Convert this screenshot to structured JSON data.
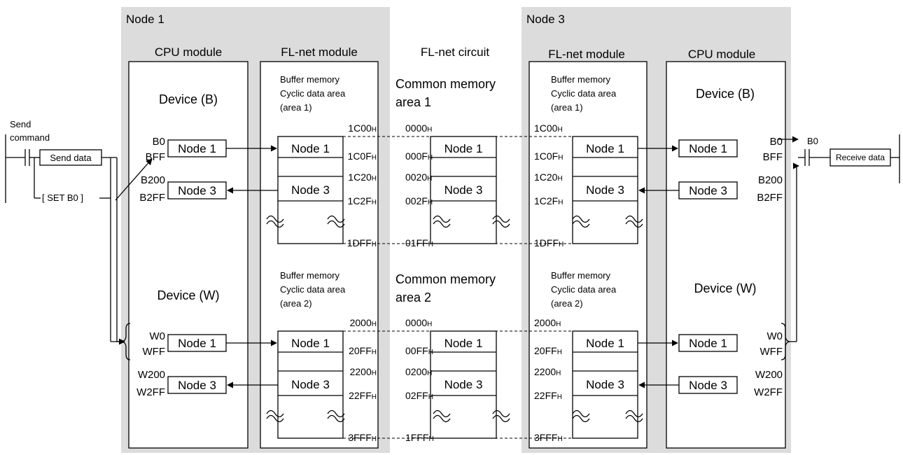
{
  "node_left": {
    "title": "Node 1",
    "cpu_title": "CPU module",
    "fl_title": "FL-net module"
  },
  "node_right": {
    "title": "Node 3",
    "fl_title": "FL-net module",
    "cpu_title": "CPU module"
  },
  "circuit": {
    "title": "FL-net circuit",
    "area1_line1": "Common memory",
    "area1_line2": "area 1",
    "area2_line1": "Common memory",
    "area2_line2": "area 2"
  },
  "device_b": "Device (B)",
  "device_w": "Device (W)",
  "buffer": {
    "line1": "Buffer memory",
    "line2": "Cyclic data area",
    "area1": "(area 1)",
    "area2": "(area 2)"
  },
  "cells": {
    "node1": "Node 1",
    "node3": "Node 3"
  },
  "devices": {
    "b0": "B0",
    "bff": "BFF",
    "b200": "B200",
    "b2ff": "B2FF",
    "w0": "W0",
    "wff": "WFF",
    "w200": "W200",
    "w2ff": "W2FF"
  },
  "buffer_addr_area1": [
    "1C00",
    "1C0F",
    "1C20",
    "1C2F",
    "1DFF"
  ],
  "buffer_addr_area2": [
    "2000",
    "20FF",
    "2200",
    "22FF",
    "3FFF"
  ],
  "common_addr_area1": [
    "0000",
    "000F",
    "0020",
    "002F",
    "01FF"
  ],
  "common_addr_area2": [
    "0000",
    "00FF",
    "0200",
    "02FF",
    "1FFF"
  ],
  "hex_suffix": "H",
  "ladder_left": {
    "send_line1": "Send",
    "send_line2": "command",
    "send_data": "Send data",
    "set_b0": "[ SET B0  ]"
  },
  "ladder_right": {
    "contact": "B0",
    "receive_data": "Receive data"
  },
  "colors": {
    "node_bg": "#dcdcdc"
  }
}
